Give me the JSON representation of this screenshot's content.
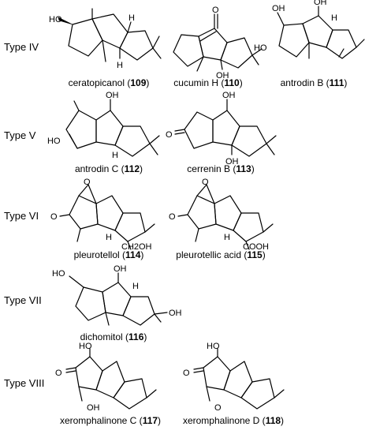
{
  "rows": [
    {
      "type_label": "Type IV",
      "compounds": [
        {
          "name": "ceratopicanol",
          "num": "109"
        },
        {
          "name": "cucumin H",
          "num": "110"
        },
        {
          "name": "antrodin B",
          "num": "111"
        }
      ]
    },
    {
      "type_label": "Type V",
      "compounds": [
        {
          "name": "antrodin C",
          "num": "112"
        },
        {
          "name": "cerrenin B",
          "num": "113"
        }
      ]
    },
    {
      "type_label": "Type VI",
      "compounds": [
        {
          "name": "pleurotellol",
          "num": "114"
        },
        {
          "name": "pleurotellic acid",
          "num": "115"
        }
      ]
    },
    {
      "type_label": "Type VII",
      "compounds": [
        {
          "name": "dichomitol",
          "num": "116"
        }
      ]
    },
    {
      "type_label": "Type VIII",
      "compounds": [
        {
          "name": "xeromphalinone C",
          "num": "117"
        },
        {
          "name": "xeromphalinone D",
          "num": "118"
        }
      ]
    }
  ],
  "atom_labels": {
    "ho": "HO",
    "oh": "OH",
    "o": "O",
    "h": "H",
    "ch2oh": "CH2OH",
    "cooh": "COOH",
    "ome": "O"
  }
}
